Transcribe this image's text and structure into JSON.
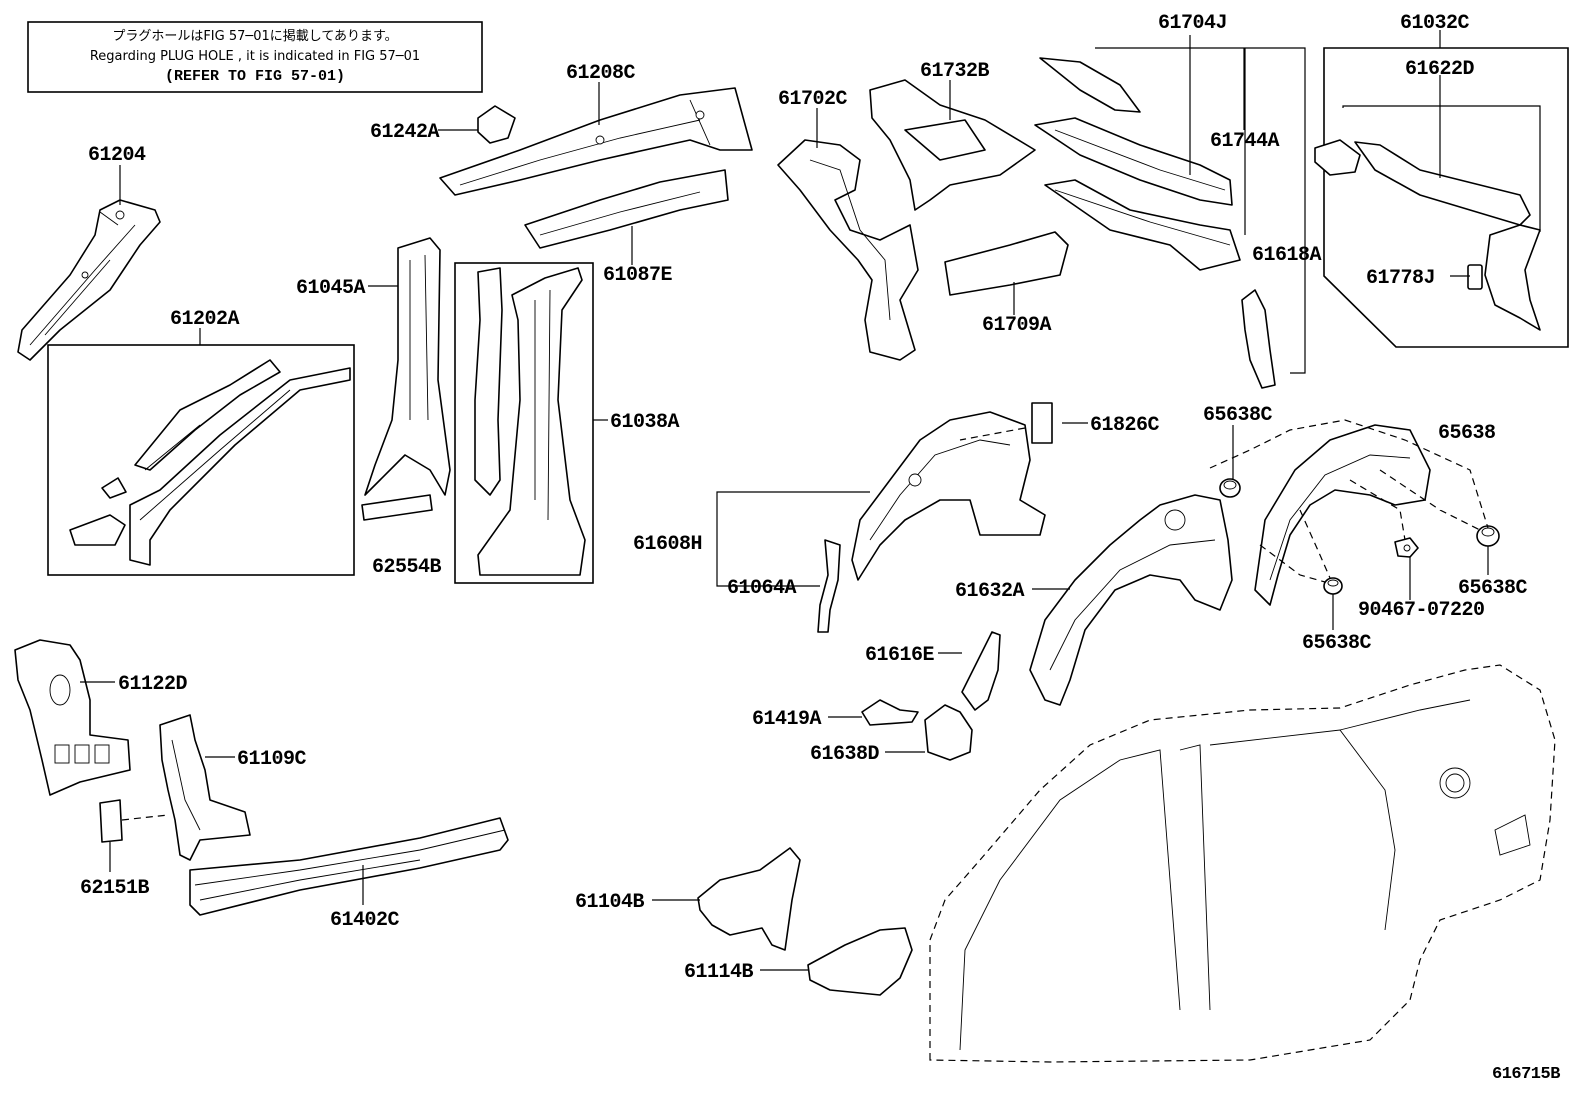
{
  "note": {
    "line1": "プラグホールはFIG 57─01に掲載してあります。",
    "line2": "Regarding PLUG HOLE , it is indicated in FIG 57─01",
    "line3": "(REFER TO FIG 57-01)"
  },
  "labels": {
    "p61204": "61204",
    "p61242A": "61242A",
    "p61208C": "61208C",
    "p61702C": "61702C",
    "p61732B": "61732B",
    "p61704J": "61704J",
    "p61032C": "61032C",
    "p61622D": "61622D",
    "p61744A": "61744A",
    "p61618A": "61618A",
    "p61778J": "61778J",
    "p61202A": "61202A",
    "p61045A": "61045A",
    "p61087E": "61087E",
    "p61709A": "61709A",
    "p61038A": "61038A",
    "p62554B": "62554B",
    "p61826C": "61826C",
    "p65638C_top": "65638C",
    "p65638": "65638",
    "p61608H": "61608H",
    "p61064A": "61064A",
    "p61632A": "61632A",
    "p90467": "90467-07220",
    "p65638C_right": "65638C",
    "p65638C_bottom": "65638C",
    "p61616E": "61616E",
    "p61419A": "61419A",
    "p61638D": "61638D",
    "p61122D": "61122D",
    "p61109C": "61109C",
    "p62151B": "62151B",
    "p61402C": "61402C",
    "p61104B": "61104B",
    "p61114B": "61114B",
    "fig_id": "616715B"
  }
}
